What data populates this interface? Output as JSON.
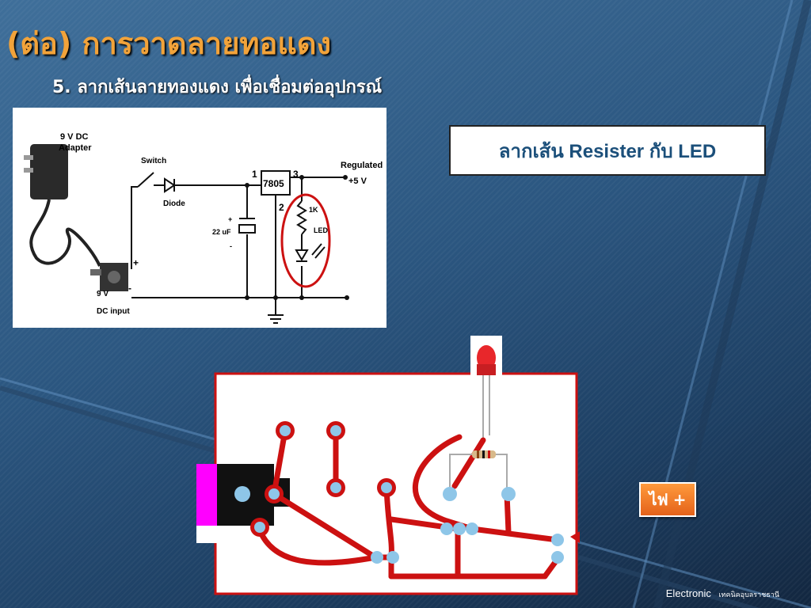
{
  "slide": {
    "title": "(ต่อ) การวาดลายทอแดง",
    "subtitle": "5.  ลากเส้นลายทองแดง เพื่อเชื่อมต่ออุปกรณ์"
  },
  "schematic": {
    "adapter_label_1": "9 V DC",
    "adapter_label_2": "Adapter",
    "switch_label": "Switch",
    "diode_label": "Diode",
    "regulator_label": "7805",
    "pin1": "1",
    "pin2": "2",
    "pin3": "3",
    "output_label_1": "Regulated",
    "output_label_2": "+5 V",
    "cap_label": "22 uF",
    "cap_plus": "+",
    "cap_minus": "-",
    "resistor_label": "1K",
    "led_label": "LED",
    "input_label_1": "9 V",
    "input_label_2": "DC input",
    "input_plus": "+",
    "input_minus": "-"
  },
  "callout": {
    "text": "ลากเส้น Resister กับ LED"
  },
  "power_button": {
    "label": "ไฟ",
    "symbol": "+"
  },
  "footer": {
    "text": "Electronic",
    "small": "เทคนิคอุบลราชธานี"
  },
  "colors": {
    "title": "#f2a33a",
    "trace": "#cc1111",
    "pad": "#8ec6e8",
    "connector": "#ff00ff",
    "button": "#e4621a"
  }
}
